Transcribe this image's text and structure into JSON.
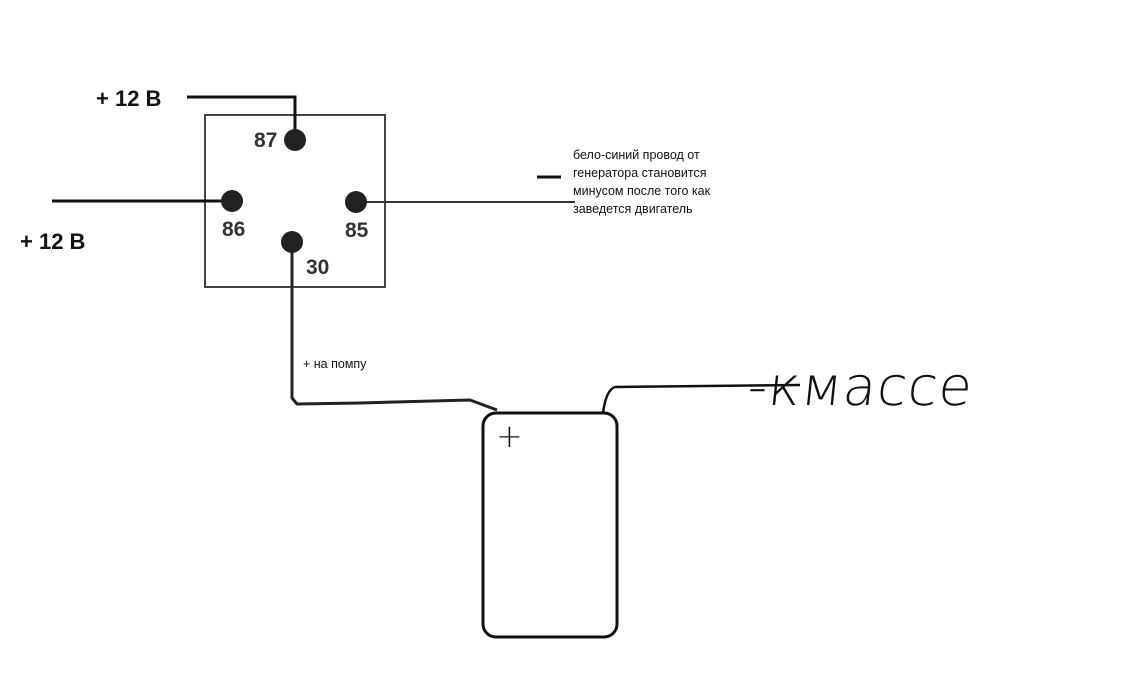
{
  "supply": {
    "top_label": "+ 12 В",
    "left_label": "+ 12 В"
  },
  "relay": {
    "pin_87": "87",
    "pin_86": "86",
    "pin_85": "85",
    "pin_30": "30"
  },
  "annotation": {
    "line1": "бело-синий провод от",
    "line2": "генератора становится",
    "line3": "минусом после того как",
    "line4": "заведется двигатель"
  },
  "pump_wire": {
    "label": "+ на помпу"
  },
  "pump": {
    "plus_sign": "+"
  },
  "ground": {
    "label": "-кмассе"
  },
  "colors": {
    "line": "#111111",
    "relay_border": "#444444",
    "pin_dot": "#222222"
  }
}
